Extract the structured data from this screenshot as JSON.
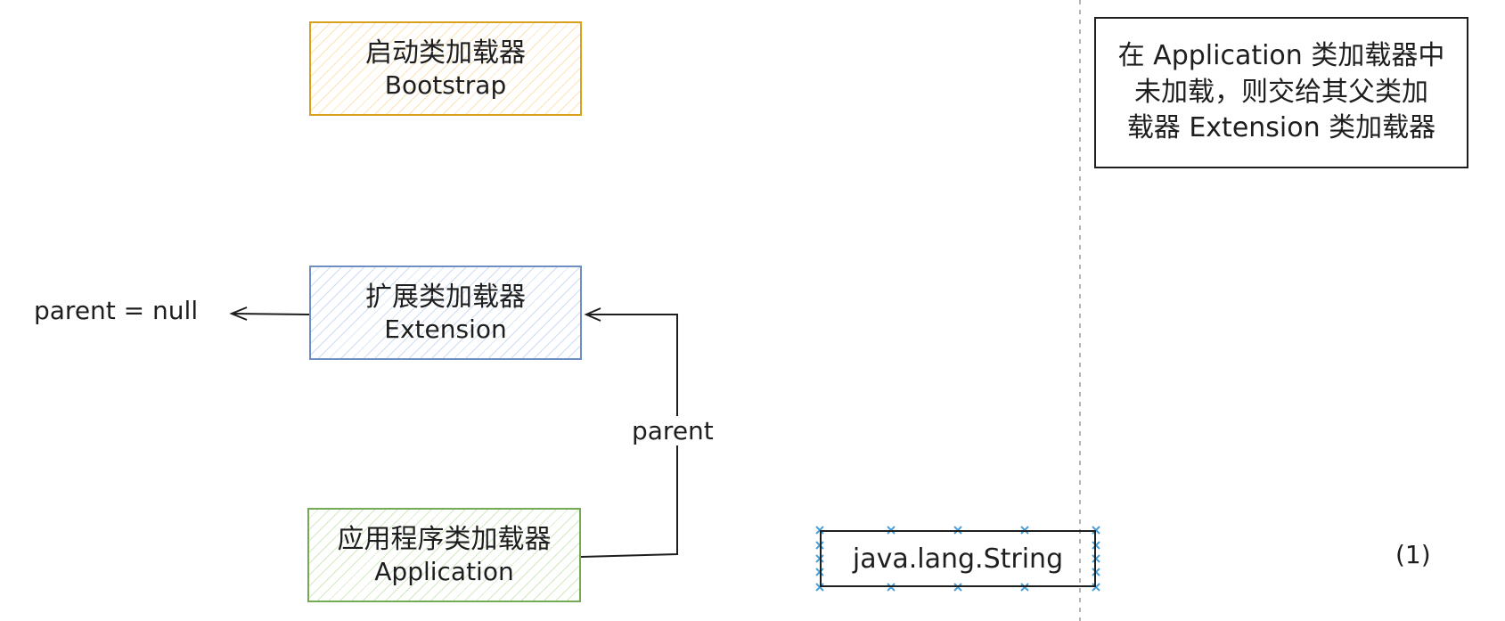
{
  "nodes": {
    "bootstrap": {
      "zh": "启动类加载器",
      "en": "Bootstrap"
    },
    "extension": {
      "zh": "扩展类加载器",
      "en": "Extension"
    },
    "application": {
      "zh": "应用程序类加载器",
      "en": "Application"
    }
  },
  "labels": {
    "parent_null": "parent = null",
    "parent": "parent",
    "step": "(1)"
  },
  "note": {
    "line1": "在 Application 类加载器中",
    "line2": "未加载，则交给其父类加",
    "line3": "载器 Extension 类加载器"
  },
  "selected_item": {
    "text": "java.lang.String"
  },
  "colors": {
    "bootstrap_border": "#d9a01e",
    "extension_border": "#6e8fc2",
    "application_border": "#74a955",
    "selection_handles": "#4a9fd8",
    "divider": "#b5b5b5"
  }
}
